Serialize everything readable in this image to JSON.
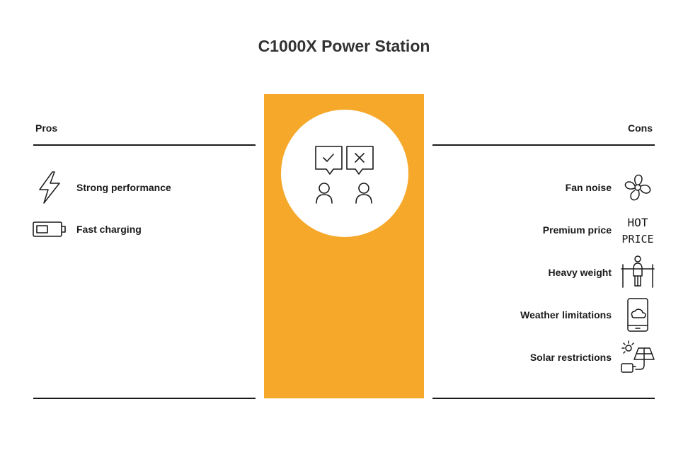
{
  "title": "C1000X Power Station",
  "pros": {
    "heading": "Pros",
    "items": [
      {
        "label": "Strong performance",
        "icon": "lightning-icon"
      },
      {
        "label": "Fast charging",
        "icon": "battery-icon"
      }
    ]
  },
  "cons": {
    "heading": "Cons",
    "items": [
      {
        "label": "Fan noise",
        "icon": "fan-icon"
      },
      {
        "label": "Premium price",
        "icon": "hot-price-icon",
        "icon_text": [
          "HOT",
          "PRICE"
        ]
      },
      {
        "label": "Heavy weight",
        "icon": "weightlifter-icon"
      },
      {
        "label": "Weather limitations",
        "icon": "phone-cloud-icon"
      },
      {
        "label": "Solar restrictions",
        "icon": "solar-panel-icon"
      }
    ]
  },
  "colors": {
    "accent": "#f6a82a",
    "ink": "#1a1a1a",
    "title": "#333333"
  }
}
